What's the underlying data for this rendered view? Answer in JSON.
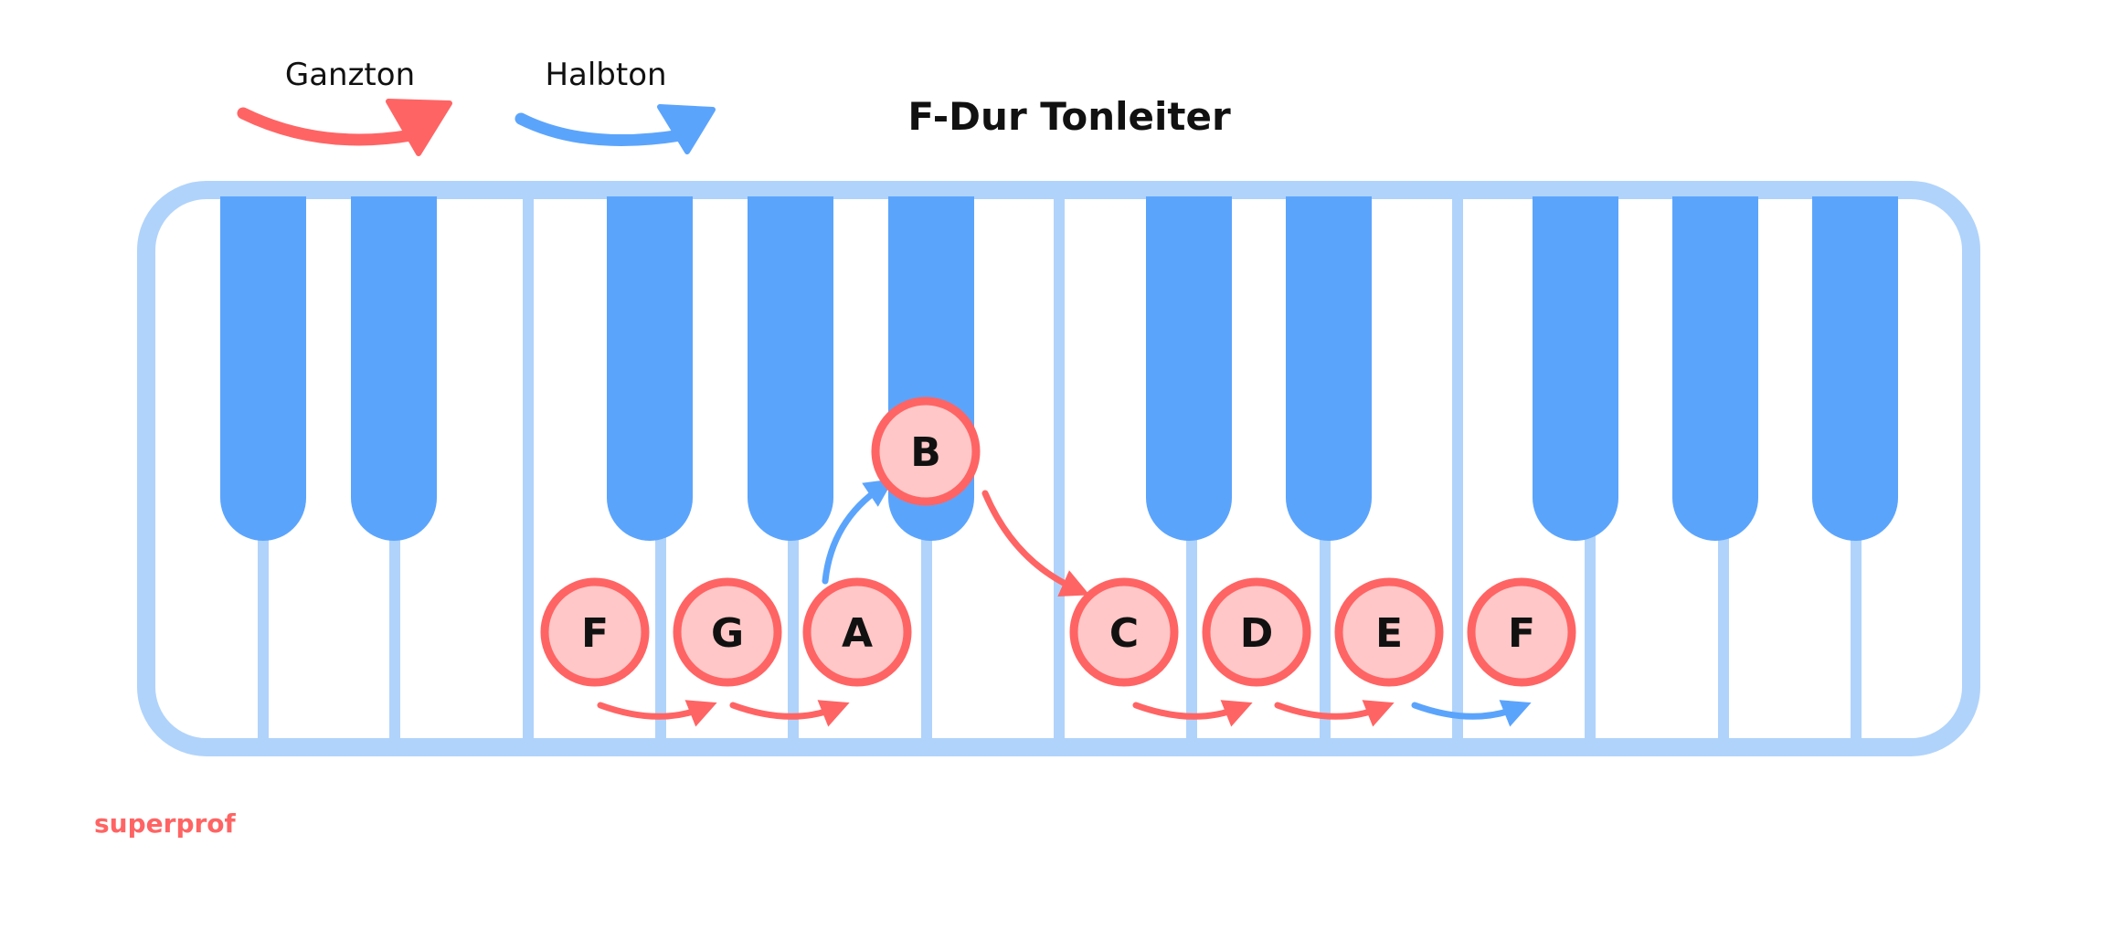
{
  "title": "F-Dur Tonleiter",
  "legend": {
    "whole_step": "Ganzton",
    "half_step": "Halbton"
  },
  "notes": [
    {
      "name": "F"
    },
    {
      "name": "G"
    },
    {
      "name": "A"
    },
    {
      "name": "B"
    },
    {
      "name": "C"
    },
    {
      "name": "D"
    },
    {
      "name": "E"
    },
    {
      "name": "F"
    }
  ],
  "steps": [
    "Ganzton",
    "Ganzton",
    "Halbton",
    "Ganzton",
    "Ganzton",
    "Ganzton",
    "Halbton"
  ],
  "brand": "superprof",
  "colors": {
    "whole_step": "#ff6464",
    "half_step": "#5ba4fc",
    "black_key": "#5ba4fc",
    "key_outline": "#b0d3fb",
    "note_fill": "#ffc7c7",
    "note_stroke": "#ff6464",
    "brand": "#ff6464",
    "text": "#111111"
  }
}
